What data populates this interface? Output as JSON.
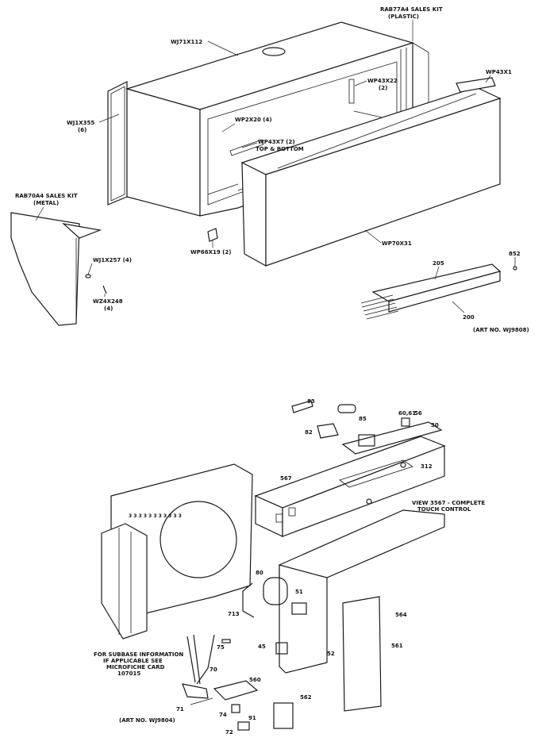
{
  "top_assembly": {
    "labels": {
      "sales_kit_plastic_1": "RAB77A4 SALES KIT",
      "sales_kit_plastic_2": "(PLASTIC)",
      "top_case": "WJ71X112",
      "right_screw": "WP43X1",
      "bracket": "WP43X22",
      "bracket_qty": "(2)",
      "left_screw": "WJ1X355",
      "left_screw_qty": "(6)",
      "clip": "WP2X20 (4)",
      "strip": "WP43X7 (2)",
      "strip_note": "TOP & BOTTOM",
      "front_panel": "WP70X31",
      "foot": "WP66X19 (2)",
      "metal_kit_1": "RAB70A4 SALES KIT",
      "metal_kit_2": "(METAL)",
      "nut": "WJ1X257 (4)",
      "screw": "WZ4X248",
      "screw_qty": "(4)",
      "part_852": "852",
      "part_205": "205",
      "part_200": "200",
      "art_no_top": "(ART NO. WJ9808)"
    }
  },
  "bottom_assembly": {
    "labels": {
      "p83": "83",
      "p85": "85",
      "p82": "82",
      "p60": "60,61",
      "p56": "56",
      "p30": "30",
      "p312": "312",
      "p567": "567",
      "view_note_1": "VIEW 3567 - COMPLETE",
      "view_note_2": "TOUCH CONTROL",
      "p80": "80",
      "p51": "51",
      "p713": "713",
      "p564": "564",
      "p75": "75",
      "p561": "561",
      "p45": "45",
      "p52": "52",
      "p70": "70",
      "p560": "560",
      "p562": "562",
      "p71": "71",
      "p74": "74",
      "p72": "72",
      "p91": "91",
      "subbase_1": "FOR SUBBASE INFORMATION",
      "subbase_2": "IF APPLICABLE SEE",
      "subbase_3": "MICROFICHE CARD",
      "subbase_4": "107015",
      "art_no_bottom": "(ART NO. WJ9804)"
    }
  }
}
